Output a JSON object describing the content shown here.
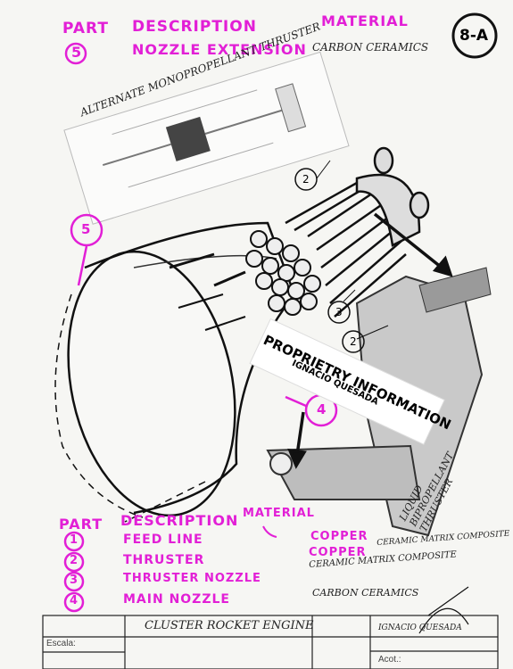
{
  "header": {
    "part_heading": "PART",
    "part_number": "5",
    "description_heading": "DESCRIPTION",
    "description_value": "NOZZLE EXTENSION",
    "material_heading": "MATERIAL",
    "material_value": "CARBON CERAMICS",
    "sheet_id": "8-A"
  },
  "drawing_labels": {
    "alternate_thruster": "ALTERNATE MONOPROPELLANT THRUSTER",
    "liquid_thruster": "LIQUID BIPROPELLANT THRUSTER",
    "proprietary_title": "PROPRIETRY INFORMATION",
    "proprietary_name": "IGNACIO QUESADA",
    "callout_5": "5",
    "callout_4": "4",
    "callout_2a": "2",
    "callout_2b": "2",
    "callout_3": "3"
  },
  "parts_table": {
    "part_heading": "PART",
    "description_heading": "DESCRIPTION",
    "material_heading": "MATERIAL",
    "rows": [
      {
        "num": "1",
        "desc": "FEED LINE",
        "material": "COPPER"
      },
      {
        "num": "2",
        "desc": "THRUSTER",
        "material": "COPPER"
      },
      {
        "num": "3",
        "desc": "THRUSTER NOZZLE",
        "material": "CERAMIC MATRIX COMPOSITE"
      },
      {
        "num": "4",
        "desc": "MAIN NOZZLE",
        "material": "CARBON CERAMICS"
      }
    ],
    "material_extra": "CERAMIC MATRIX COMPOSITE"
  },
  "title_block": {
    "escala_label": "Escala:",
    "title": "CLUSTER ROCKET ENGINE",
    "author": "IGNACIO QUESADA",
    "acot_label": "Acot.:"
  }
}
